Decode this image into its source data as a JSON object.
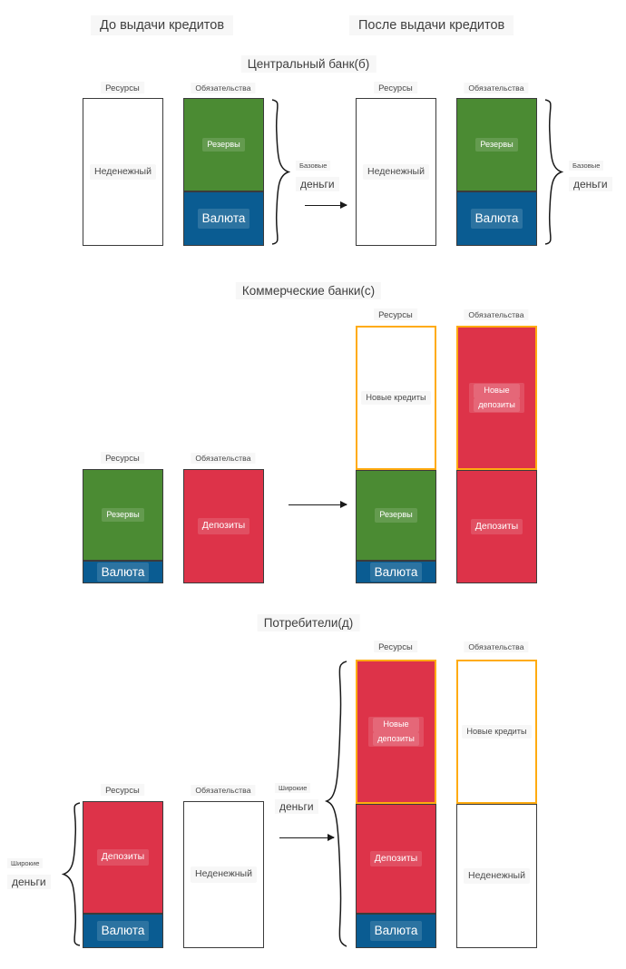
{
  "diagram": {
    "phases": {
      "before": "До выдачи кредитов",
      "after": "После выдачи кредитов"
    },
    "sections": [
      {
        "id": "central-bank",
        "title": "Центральный банк(б)"
      },
      {
        "id": "commercial-banks",
        "title": "Коммерческие банки(с)"
      },
      {
        "id": "consumers",
        "title": "Потребители(д)"
      }
    ],
    "column_headers": {
      "assets": "Ресурсы",
      "liabilities": "Обязательства"
    },
    "labels": {
      "nonmonetary": "Неденежный",
      "reserves": "Резервы",
      "currency": "Валюта",
      "deposits": "Депозиты",
      "new_loans": "Новые кредиты",
      "new_deposits_line1": "Новые",
      "new_deposits_line2": "депозиты"
    },
    "braces": {
      "base_money_line1": "Базовые",
      "base_money_line2": "деньги",
      "broad_money_line1": "Широкие",
      "broad_money_line2": "деньги"
    },
    "colors": {
      "green_reserves": "#4b8b33",
      "blue_currency": "#0a5c92",
      "red_deposits": "#dd3349",
      "orange_new": "#ffab10",
      "white_nonmonetary": "#ffffff",
      "outline": "#3b3b3b"
    },
    "icons": {
      "transition_arrow": "arrow-right-icon",
      "grouping_brace": "curly-brace-icon"
    }
  }
}
